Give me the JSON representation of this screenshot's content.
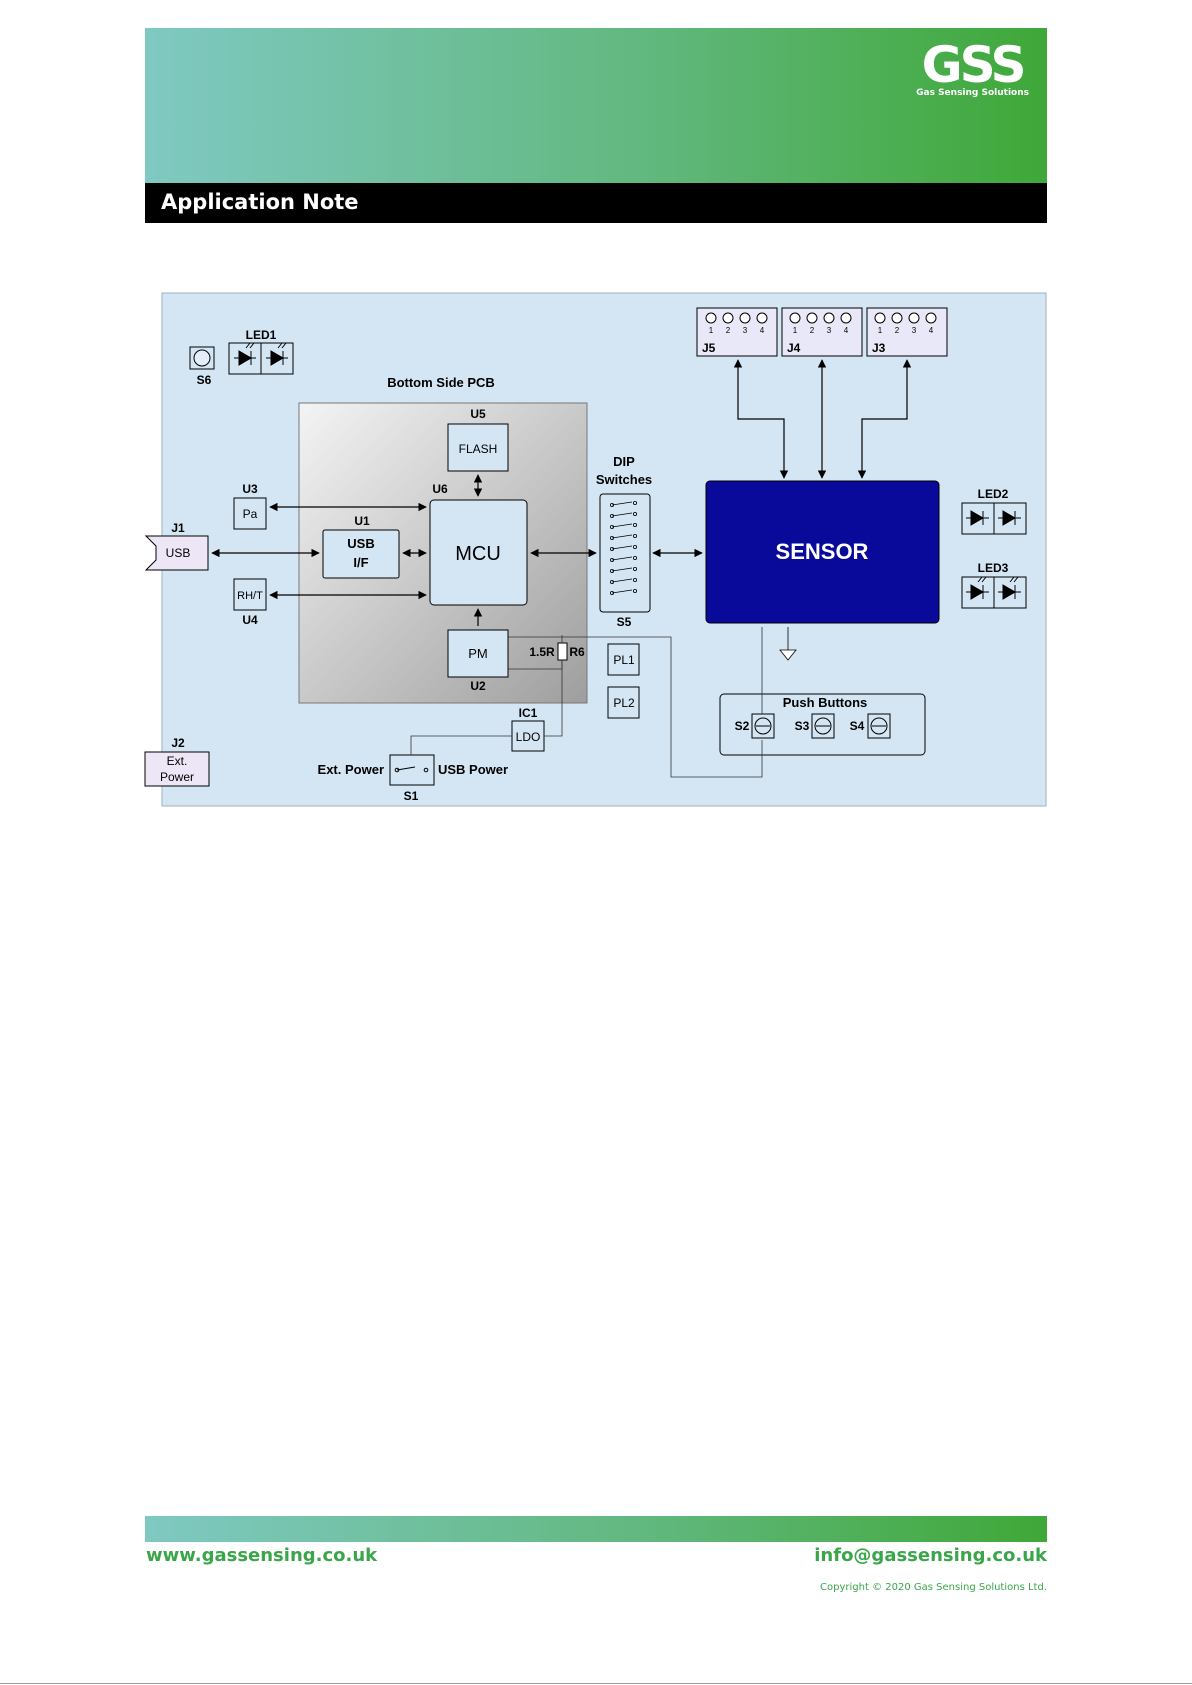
{
  "header": {
    "logo_text": "GSS",
    "logo_subtitle": "Gas Sensing Solutions",
    "doc_type": "Application Note"
  },
  "diagram": {
    "bottom_side_pcb": "Bottom Side PCB",
    "s6": "S6",
    "led1": "LED1",
    "led2": "LED2",
    "led3": "LED3",
    "u5": "U5",
    "flash": "FLASH",
    "u3": "U3",
    "pa": "Pa",
    "u6": "U6",
    "u1": "U1",
    "usb_if_line1": "USB",
    "usb_if_line2": "I/F",
    "mcu": "MCU",
    "j1": "J1",
    "usb": "USB",
    "rht": "RH/T",
    "u4": "U4",
    "pm": "PM",
    "u2": "U2",
    "r6_value": "1.5R",
    "r6": "R6",
    "dip_line1": "DIP",
    "dip_line2": "Switches",
    "s5": "S5",
    "sensor": "SENSOR",
    "pl1": "PL1",
    "pl2": "PL2",
    "ic1": "IC1",
    "ldo": "LDO",
    "j2": "J2",
    "ext_power_line1": "Ext.",
    "ext_power_line2": "Power",
    "ext_power_label": "Ext. Power",
    "usb_power_label": "USB Power",
    "s1": "S1",
    "push_buttons": "Push Buttons",
    "s2": "S2",
    "s3": "S3",
    "s4": "S4",
    "j5": "J5",
    "j4": "J4",
    "j3": "J3",
    "pins": [
      "1",
      "2",
      "3",
      "4"
    ]
  },
  "footer": {
    "website": "www.gassensing.co.uk",
    "email": "info@gassensing.co.uk",
    "copyright": "Copyright © 2020 Gas Sensing Solutions Ltd."
  },
  "colors": {
    "board": "#d4e6f4",
    "sensor": "#0a0a9a",
    "accent_green": "#3aa64a"
  }
}
